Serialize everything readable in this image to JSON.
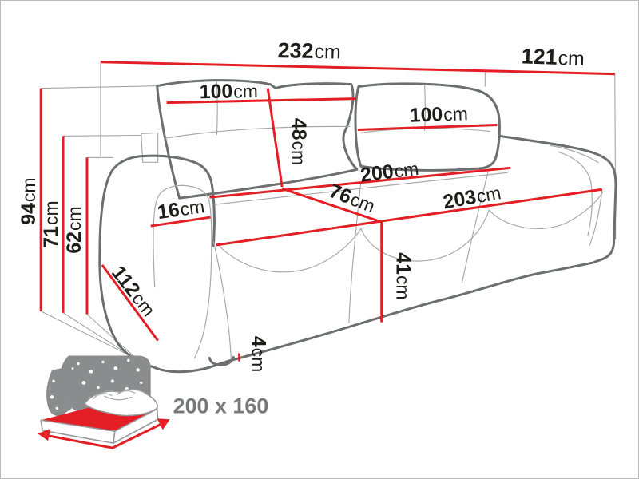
{
  "colors": {
    "dimension_red": "#e31e24",
    "outline_gray": "#6d6e70",
    "text_ink": "#1d1d1b",
    "muted_gray": "#77787b",
    "panel_gray": "#8b8c8e"
  },
  "dimensions": {
    "total_width": {
      "value": "232",
      "unit": "cm"
    },
    "total_depth": {
      "value": "121",
      "unit": "cm"
    },
    "backrest_left_width": {
      "value": "100",
      "unit": "cm"
    },
    "backrest_right_width": {
      "value": "100",
      "unit": "cm"
    },
    "backrest_height": {
      "value": "48",
      "unit": "cm"
    },
    "seat_back_width": {
      "value": "200",
      "unit": "cm"
    },
    "seat_depth": {
      "value": "76",
      "unit": "cm"
    },
    "seat_front_width": {
      "value": "203",
      "unit": "cm"
    },
    "armrest_top_width": {
      "value": "16",
      "unit": "cm"
    },
    "total_height": {
      "value": "94",
      "unit": "cm"
    },
    "armrest_height": {
      "value": "71",
      "unit": "cm"
    },
    "arm_front_height": {
      "value": "62",
      "unit": "cm"
    },
    "armrest_depth": {
      "value": "112",
      "unit": "cm"
    },
    "seat_height": {
      "value": "41",
      "unit": "cm"
    },
    "base_clearance": {
      "value": "4",
      "unit": "cm"
    }
  },
  "bed_function": {
    "sleeping_size": "200 x 160"
  }
}
